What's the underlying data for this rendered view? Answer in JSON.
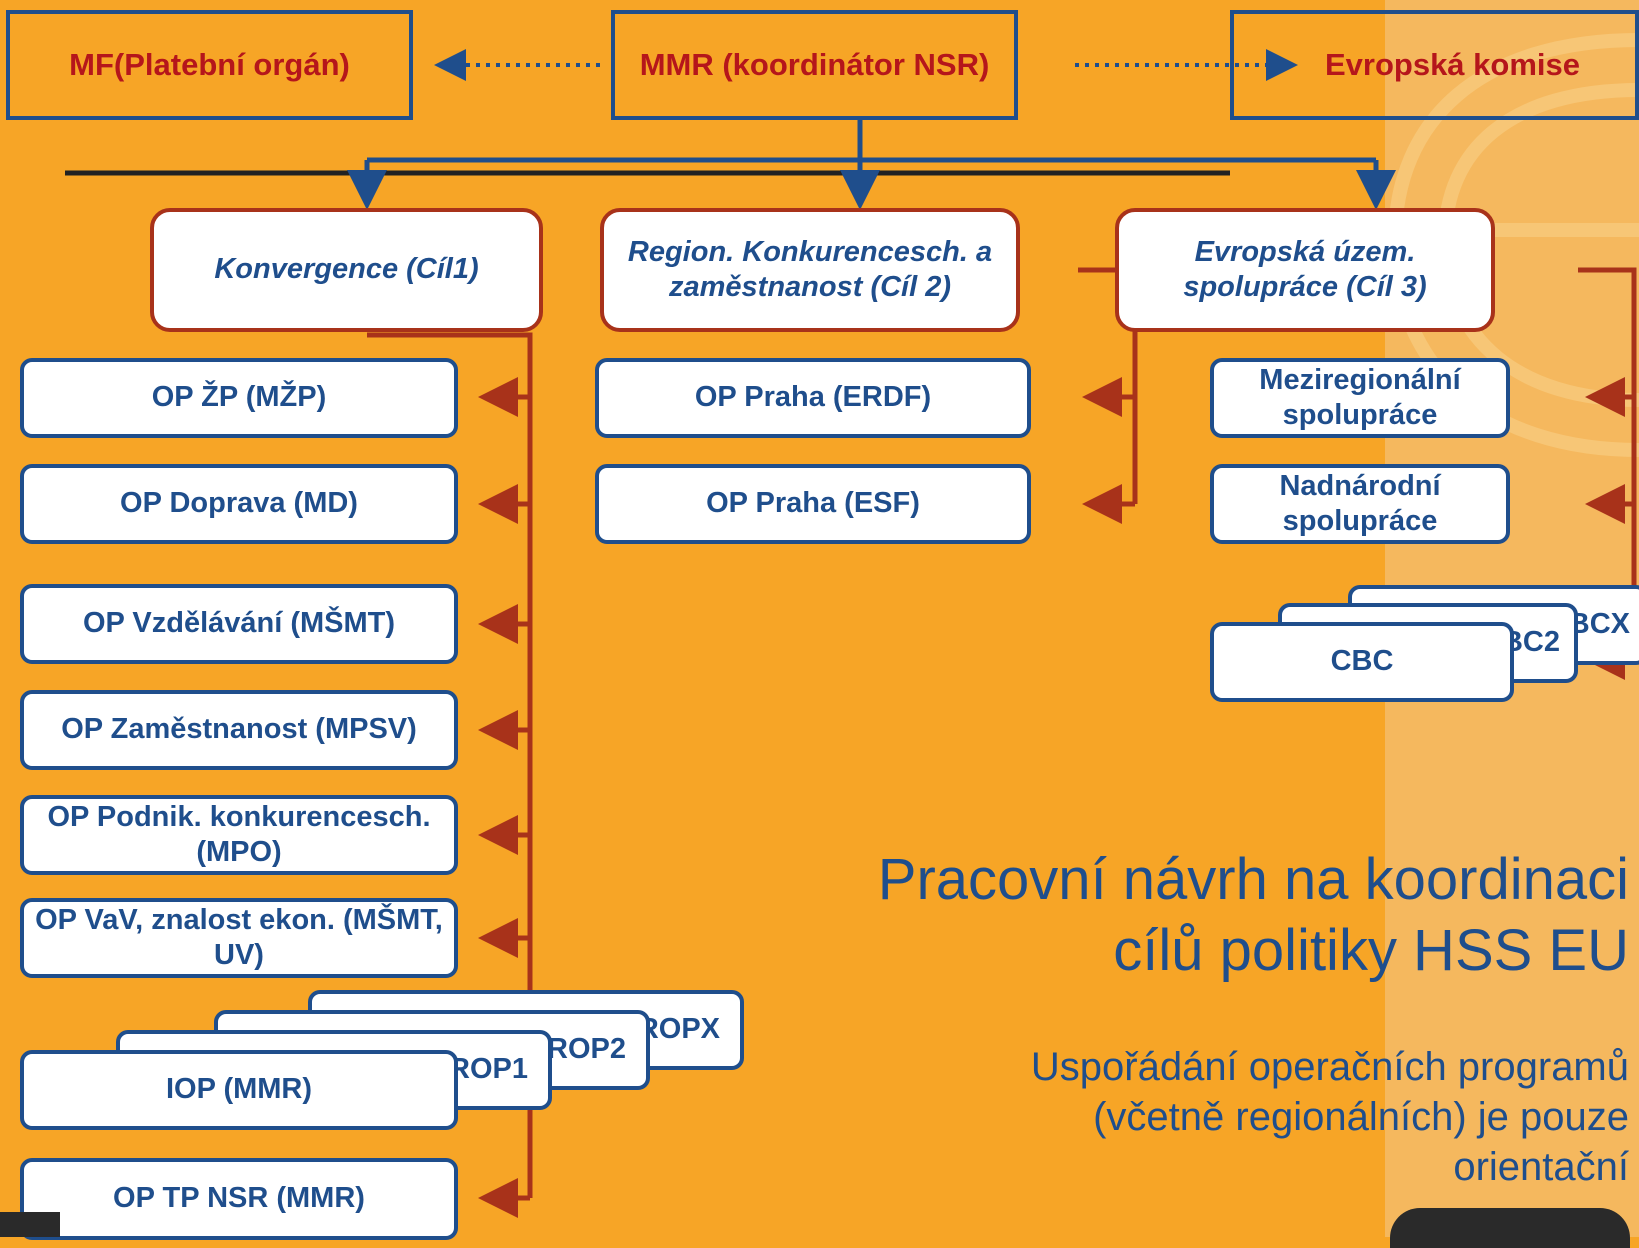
{
  "colors": {
    "background": "#f7a526",
    "background_right": "#f5b85e",
    "navy": "#1f4e8c",
    "brown_red": "#a8321a",
    "title_red": "#b5161b"
  },
  "top_boxes": {
    "mf": "MF(Platební orgán)",
    "mmr": "MMR (koordinátor NSR)",
    "ek": "Evropská komise"
  },
  "goals": {
    "cil1": "Konvergence (Cíl1)",
    "cil2": "Region. Konkurencesch. a zaměstnanost (Cíl 2)",
    "cil3": "Evropská územ. spolupráce (Cíl 3)"
  },
  "convergence_ops": [
    "OP ŽP (MŽP)",
    "OP Doprava (MD)",
    "OP Vzdělávání (MŠMT)",
    "OP Zaměstnanost (MPSV)",
    "OP Podnik. konkurencesch. (MPO)",
    "OP VaV, znalost ekon. (MŠMT, UV)",
    "IOP (MMR)",
    "OP TP NSR (MMR)"
  ],
  "regional_ops": [
    "ROP1",
    "ROP2",
    "ROPX"
  ],
  "competitiveness_ops": [
    "OP Praha (ERDF)",
    "OP Praha (ESF)"
  ],
  "cooperation_ops": [
    "Meziregionální spolupráce",
    "Nadnárodní spolupráce"
  ],
  "cbc_ops": [
    "CBC",
    "CBC2",
    "CBCX"
  ],
  "title": {
    "line1": "Pracovní návrh na koordinaci",
    "line2": "cílů politiky HSS EU"
  },
  "subtitle": {
    "line1": "Uspořádání operačních programů",
    "line2": "(včetně regionálních) je pouze",
    "line3": "orientační"
  }
}
